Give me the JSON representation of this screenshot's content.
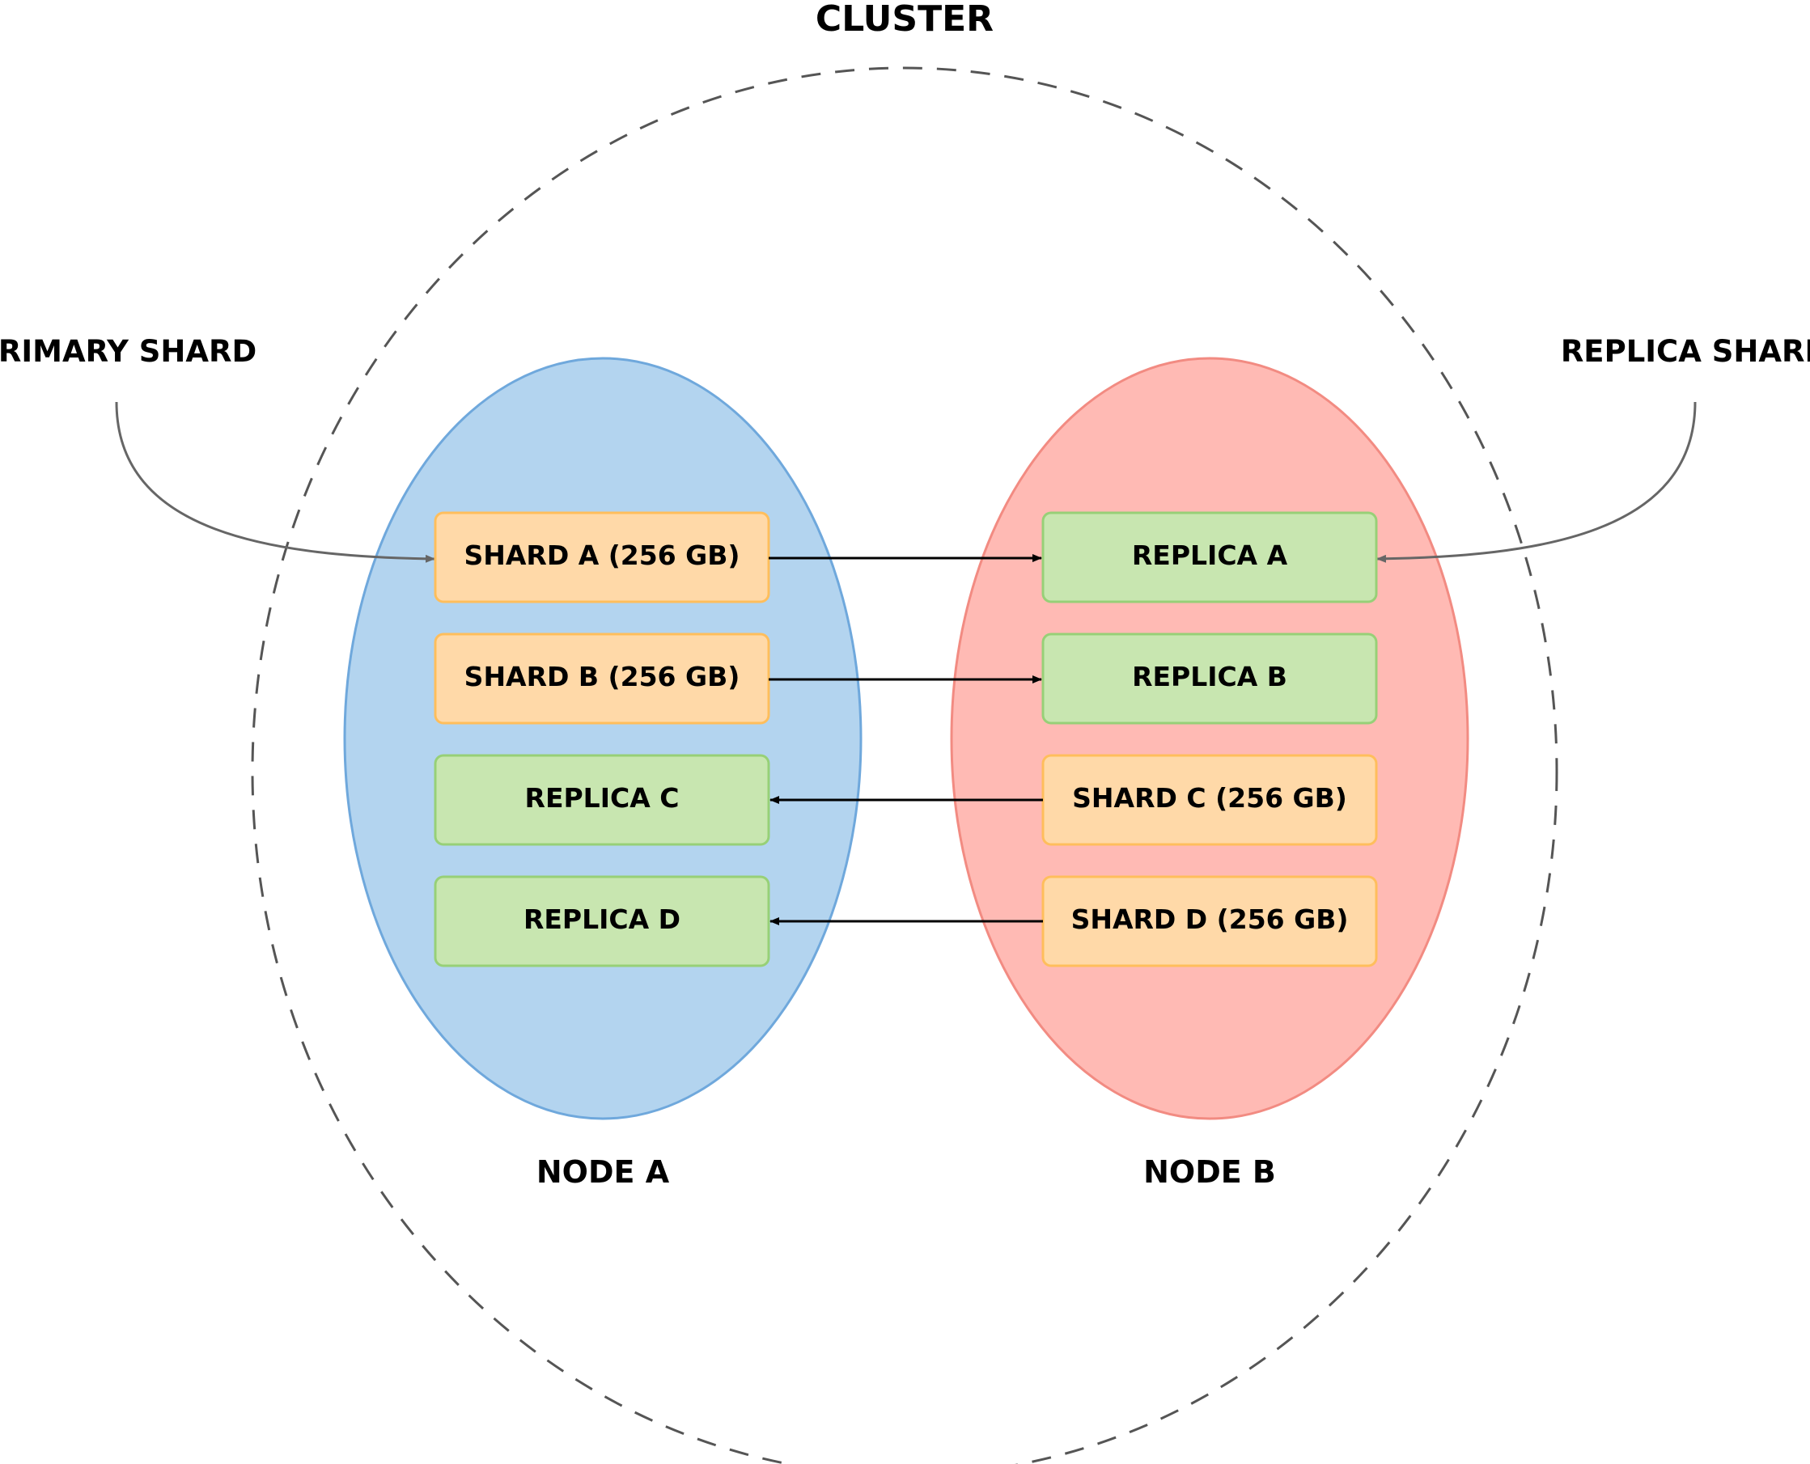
{
  "diagram": {
    "title": "CLUSTER",
    "callouts": {
      "left": "PRIMARY SHARD",
      "right": "REPLICA SHARD"
    },
    "nodes": [
      {
        "label": "NODE A",
        "fill": "#b3d4ef",
        "stroke": "#6fa8dc",
        "boxes": [
          {
            "label": "SHARD A (256 GB)",
            "kind": "primary"
          },
          {
            "label": "SHARD B (256 GB)",
            "kind": "primary"
          },
          {
            "label": "REPLICA C",
            "kind": "replica"
          },
          {
            "label": "REPLICA D",
            "kind": "replica"
          }
        ]
      },
      {
        "label": "NODE B",
        "fill": "#ffbab4",
        "stroke": "#f28b82",
        "boxes": [
          {
            "label": "REPLICA A",
            "kind": "replica"
          },
          {
            "label": "REPLICA B",
            "kind": "replica"
          },
          {
            "label": "SHARD C (256 GB)",
            "kind": "primary"
          },
          {
            "label": "SHARD D (256 GB)",
            "kind": "primary"
          }
        ]
      }
    ],
    "colors": {
      "primary_fill": "#ffd9a8",
      "primary_stroke": "#ffbe5c",
      "replica_fill": "#c8e6b0",
      "replica_stroke": "#97d077",
      "cluster_stroke": "#555555",
      "callout_stroke": "#666666",
      "arrow": "#000000"
    }
  }
}
